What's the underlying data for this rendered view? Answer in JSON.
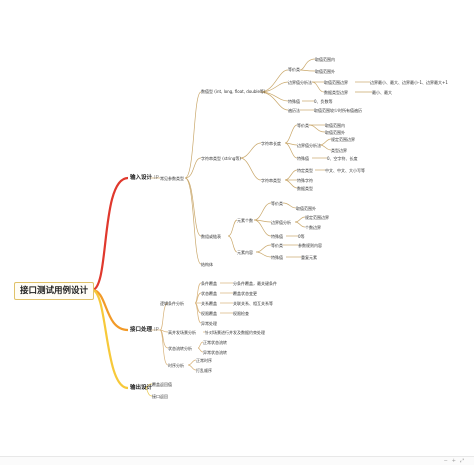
{
  "root": "接口测试用例设计",
  "branches": {
    "input": {
      "label": "输入设计",
      "tag": "IP"
    },
    "process": {
      "label": "接口处理",
      "tag": "IP"
    },
    "output": {
      "label": "输出设计"
    }
  },
  "input": {
    "types": "常见参数类型",
    "basic": "数值型 (int, long, float, double等)",
    "equiv": "等价类",
    "valid_equiv": "取值范围内",
    "invalid_equiv": "取值范围外",
    "boundary": "边界值分析法",
    "in_boundary": "取值范围边界",
    "edge_text": "边界最小、最大、边界最小-1、边界最大+1",
    "data_type": "数据类型边界",
    "minmax": "最小、最大",
    "special": "特殊值",
    "zero_neg": "0、负数等",
    "neg_text": "遍历法",
    "traverse": "取值范围较少时所有值遍历",
    "string": "字符串类型 (string等)",
    "str_len": "字符串长度",
    "str_equiv": "等价类",
    "str_valid": "取值范围内",
    "str_invalid": "取值范围外",
    "str_boundary": "边界值分析法",
    "str_b1": "规定范围边界",
    "str_b2": "类型边界",
    "str_special": "特殊值",
    "str_empty": "0、空字符、长度",
    "str_type": "字符串类型",
    "str_t1": "特定类型",
    "str_t2": "中文、中文、大小写等",
    "str_t3": "特殊字符",
    "str_t4": "数据类型",
    "array": "数组或链表",
    "arr_equiv": "元素个数",
    "arr_e1": "等价类",
    "arr_e2": "取值范围外",
    "arr_b": "边界值分析",
    "arr_b1": "规定范围边界",
    "arr_b2": "个数边界",
    "arr_sp": "特殊值",
    "arr_0": "0等",
    "arr_elem": "元素内容",
    "arr_el1": "等价类",
    "arr_el2": "参数规则内容",
    "arr_el3": "特殊值",
    "arr_el4": "重复元素",
    "struct": "结构体"
  },
  "process": {
    "logic": "逻辑条件分析",
    "l1": "条件覆盖",
    "l1d": "分条件覆盖，最关键条件",
    "l2": "状态覆盖",
    "l2d": "覆盖状态变更",
    "l3": "关系覆盖",
    "l3d": "关联关系、相互关系等",
    "l4": "权限覆盖",
    "l4d": "权限检查",
    "l5": "异常处理",
    "conc": "高并发场景分析",
    "c1": "针对场景进行并发及数据约束处理",
    "state": "状态流转分析",
    "s1": "正常状态流转",
    "s2": "异常状态流转",
    "time": "时序分析",
    "t1": "正常时序",
    "t2": "打乱顺序"
  },
  "output": {
    "o1": "覆盖返回值",
    "o2": "接口返回"
  },
  "colors": {
    "red": "#e0382d",
    "orange": "#f29a28",
    "yellow": "#f7c93a",
    "gray": "#9b9b9b"
  }
}
